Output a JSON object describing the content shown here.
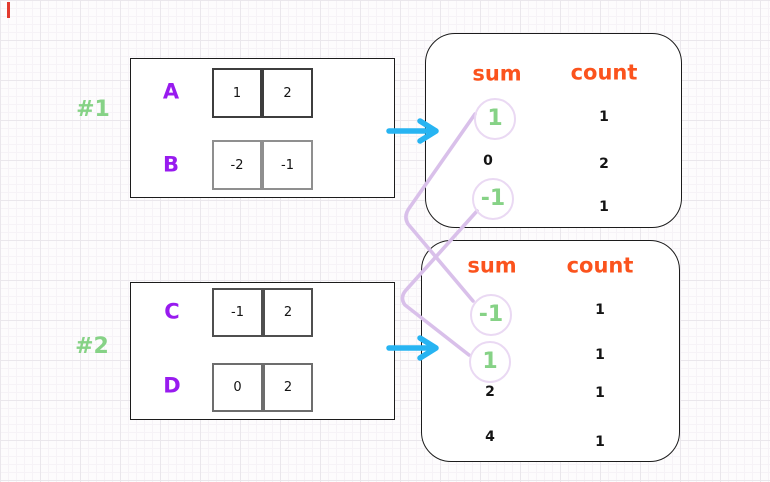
{
  "palette": {
    "green": "#86d286",
    "purple": "#981bef",
    "orange": "#fb531d",
    "cyan": "#27b4f2",
    "lavender": "#d9c0ea",
    "circle": "#ead9f3"
  },
  "groups": [
    {
      "label": "#1",
      "rows": [
        {
          "name": "A",
          "cells": [
            "1",
            "2"
          ]
        },
        {
          "name": "B",
          "cells": [
            "-2",
            "-1"
          ]
        }
      ],
      "result": {
        "sum_header": "sum",
        "count_header": "count",
        "rows": [
          {
            "sum": "1",
            "count": "1",
            "highlighted": true
          },
          {
            "sum": "0",
            "count": "2",
            "highlighted": false
          },
          {
            "sum": "-1",
            "count": "1",
            "highlighted": true
          }
        ]
      }
    },
    {
      "label": "#2",
      "rows": [
        {
          "name": "C",
          "cells": [
            "-1",
            "2"
          ]
        },
        {
          "name": "D",
          "cells": [
            "0",
            "2"
          ]
        }
      ],
      "result": {
        "sum_header": "sum",
        "count_header": "count",
        "rows": [
          {
            "sum": "-1",
            "count": "1",
            "highlighted": true
          },
          {
            "sum": "1",
            "count": "1",
            "highlighted": true
          },
          {
            "sum": "2",
            "count": "1",
            "highlighted": false
          },
          {
            "sum": "4",
            "count": "1",
            "highlighted": false
          }
        ]
      }
    }
  ],
  "connections": [
    {
      "from": "group #1 sum 1",
      "to": "group #2 sum -1"
    },
    {
      "from": "group #1 sum -1",
      "to": "group #2 sum 1"
    }
  ]
}
